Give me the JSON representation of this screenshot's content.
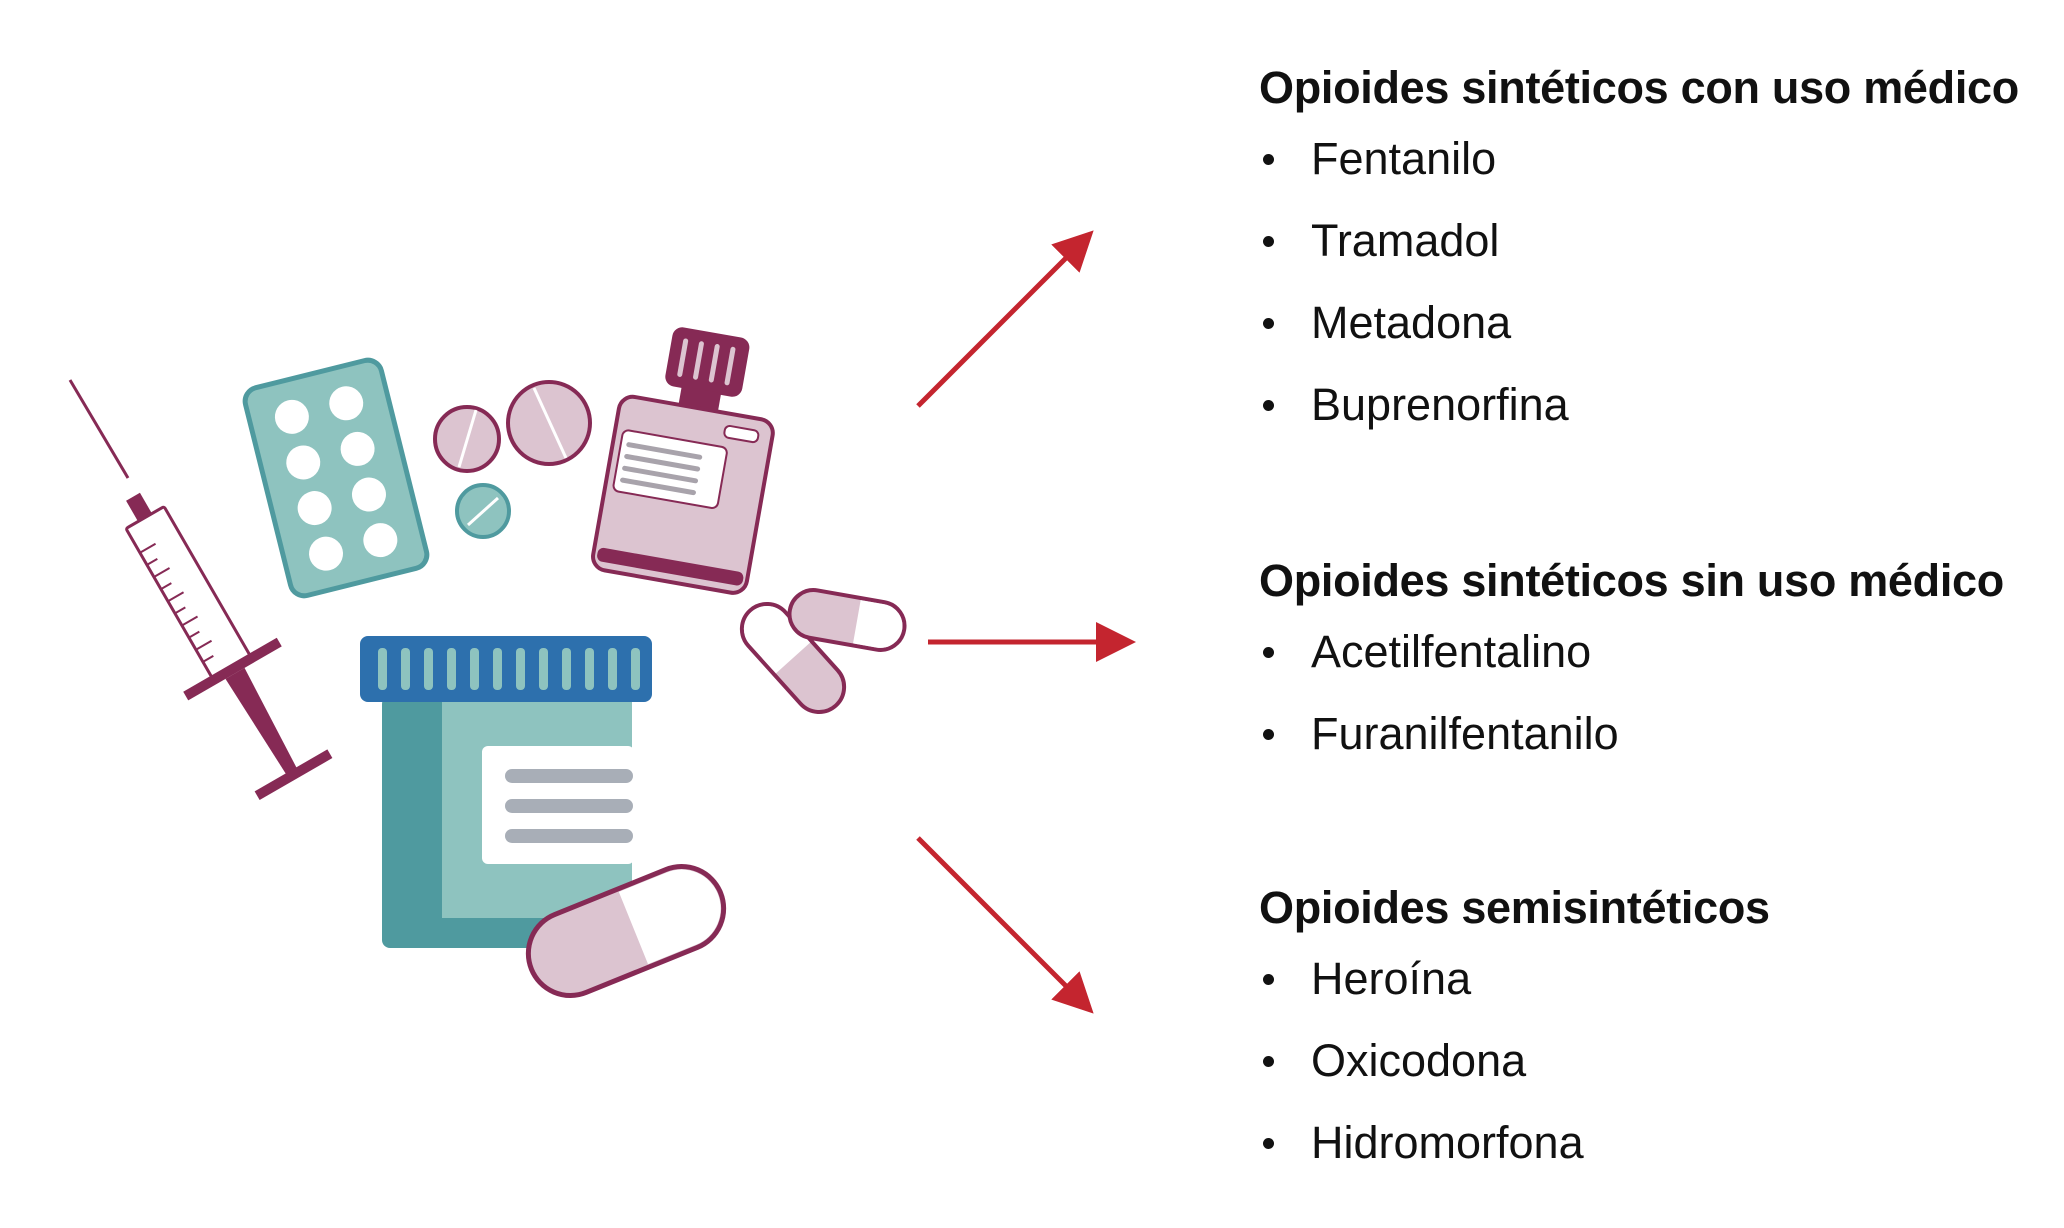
{
  "colors": {
    "arrow": "#c4252f",
    "maroon": "#862a55",
    "pink_light": "#dcc4d0",
    "teal": "#4f9a9f",
    "teal_light": "#8ec3bf",
    "blue_cap": "#2d70ad"
  },
  "illustration": {
    "items": [
      "syringe-icon",
      "blister-pack-icon",
      "pill-icon",
      "medicine-bottle-icon",
      "pill-jar-icon",
      "capsule-icon"
    ]
  },
  "groups": [
    {
      "title": "Opioides sintéticos con uso médico",
      "items": [
        "Fentanilo",
        "Tramadol",
        "Metadona",
        "Buprenorfina"
      ]
    },
    {
      "title": "Opioides sintéticos sin uso médico",
      "items": [
        "Acetilfentalino",
        "Furanilfentanilo"
      ]
    },
    {
      "title": "Opioides semisintéticos",
      "items": [
        "Heroína",
        "Oxicodona",
        "Hidromorfona"
      ]
    }
  ]
}
